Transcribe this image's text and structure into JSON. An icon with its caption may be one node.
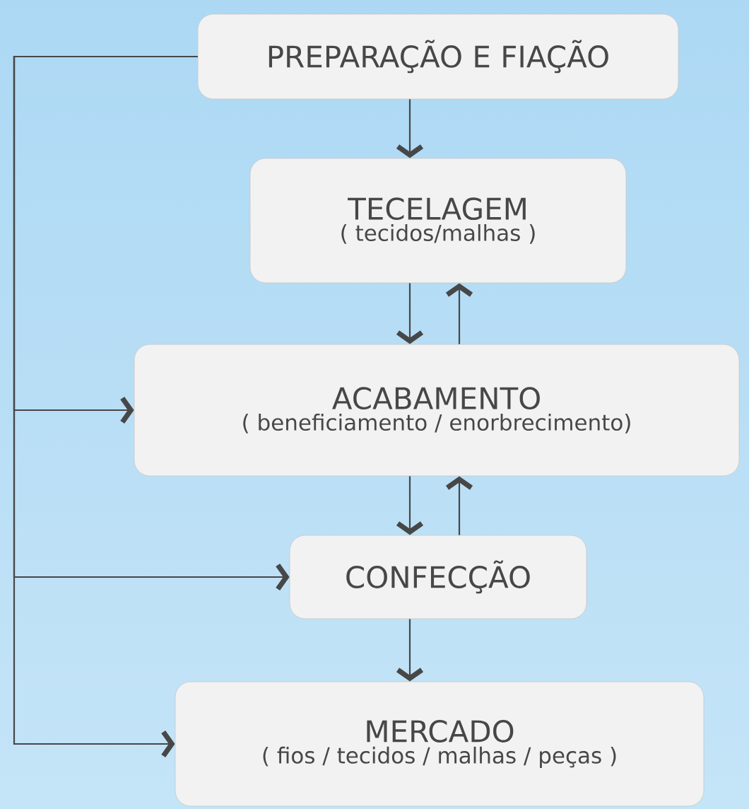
{
  "diagram": {
    "nodes": [
      {
        "text": [
          "PREPARAÇÃO E FIAÇÃO"
        ]
      },
      {
        "text": [
          "TECELAGEM",
          "( tecidos/malhas )"
        ]
      },
      {
        "text": [
          "ACABAMENTO",
          "( beneficiamento / enorbrecimento)"
        ]
      },
      {
        "text": [
          "CONFECÇÃO"
        ]
      },
      {
        "text": [
          "MERCADO",
          "( fios / tecidos / malhas / peças )"
        ]
      }
    ],
    "edges": [
      {
        "from": 0,
        "to": 1,
        "arrow": "to"
      },
      {
        "from": 1,
        "to": 2,
        "arrow": "to"
      },
      {
        "from": 2,
        "to": 1,
        "arrow": "to"
      },
      {
        "from": 2,
        "to": 3,
        "arrow": "to"
      },
      {
        "from": 3,
        "to": 2,
        "arrow": "to"
      },
      {
        "from": 3,
        "to": 4,
        "arrow": "to"
      },
      {
        "from": 0,
        "to": 2,
        "arrow": "to"
      },
      {
        "from": 0,
        "to": 3,
        "arrow": "to"
      },
      {
        "from": 0,
        "to": 4,
        "arrow": "to"
      }
    ]
  }
}
